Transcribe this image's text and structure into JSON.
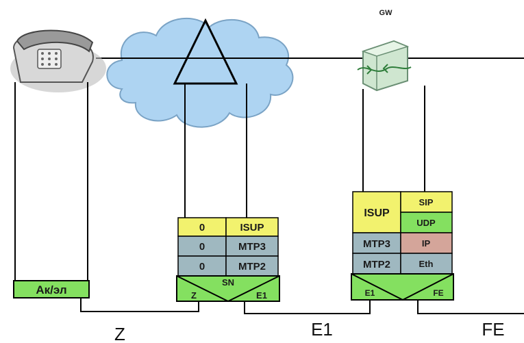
{
  "gateway": {
    "label": "GW"
  },
  "switch_node": {
    "rows": [
      {
        "left": "0",
        "right": "ISUP"
      },
      {
        "left": "0",
        "right": "MTP3"
      },
      {
        "left": "0",
        "right": "MTP2"
      }
    ],
    "name": "SN",
    "port_left": "Z",
    "port_right": "E1"
  },
  "gw_stack": {
    "isup": "ISUP",
    "sip": "SIP",
    "udp": "UDP",
    "mtp3": "MTP3",
    "ip": "IP",
    "mtp2": "MTP2",
    "eth": "Eth",
    "port_left": "E1",
    "port_right": "FE"
  },
  "phone_box": {
    "label": "Ак/эл"
  },
  "interfaces": {
    "z": "Z",
    "e1": "E1",
    "fe": "FE"
  },
  "colors": {
    "yellow": "#f2f26e",
    "grey_blue": "#9fb8c0",
    "green": "#84e060",
    "pink": "#d4a59a",
    "cloud": "#aed4f2"
  }
}
